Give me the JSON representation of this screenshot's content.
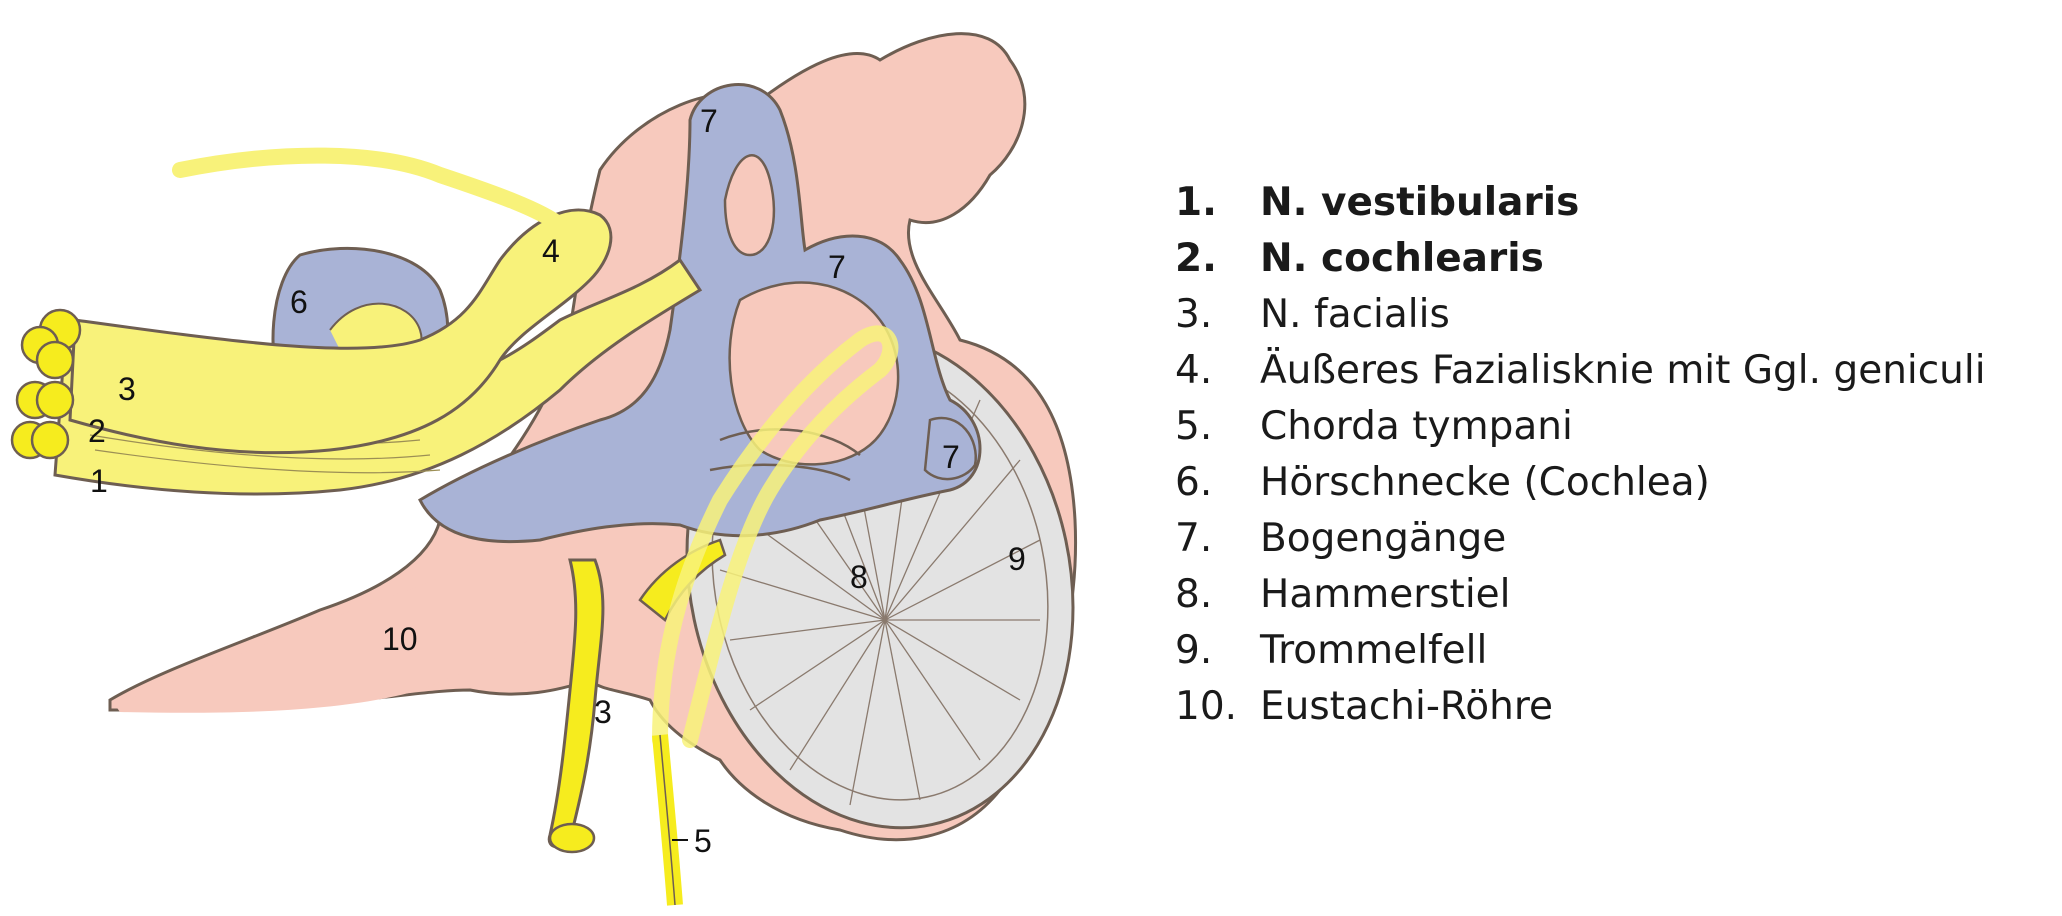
{
  "figure": {
    "labels": {
      "n1": "1",
      "n2": "2",
      "n3a": "3",
      "n3b": "3",
      "n4": "4",
      "n5": "5",
      "n6": "6",
      "n7a": "7",
      "n7b": "7",
      "n7c": "7",
      "n8": "8",
      "n9": "9",
      "n10": "10"
    }
  },
  "legend": {
    "items": [
      {
        "num": "1.",
        "text": "N. vestibularis",
        "bold": true
      },
      {
        "num": "2.",
        "text": "N. cochlearis",
        "bold": true
      },
      {
        "num": "3.",
        "text": "N. facialis",
        "bold": false
      },
      {
        "num": "4.",
        "text": "Äußeres Fazialisknie mit Ggl. geniculi",
        "bold": false
      },
      {
        "num": "5.",
        "text": "Chorda tympani",
        "bold": false
      },
      {
        "num": "6.",
        "text": "Hörschnecke (Cochlea)",
        "bold": false
      },
      {
        "num": "7.",
        "text": "Bogengänge",
        "bold": false
      },
      {
        "num": "8.",
        "text": "Hammerstiel",
        "bold": false
      },
      {
        "num": "9.",
        "text": "Trommelfell",
        "bold": false
      },
      {
        "num": "10.",
        "text": "Eustachi-Röhre",
        "bold": false
      }
    ]
  },
  "colors": {
    "nerve": "#f8f27a",
    "facial": "#f6ec1e",
    "labyrinth": "#a9b3d6",
    "bone": "#f7c9bd",
    "tympanic": "#e6e6e6",
    "outline": "#6e5e52"
  }
}
